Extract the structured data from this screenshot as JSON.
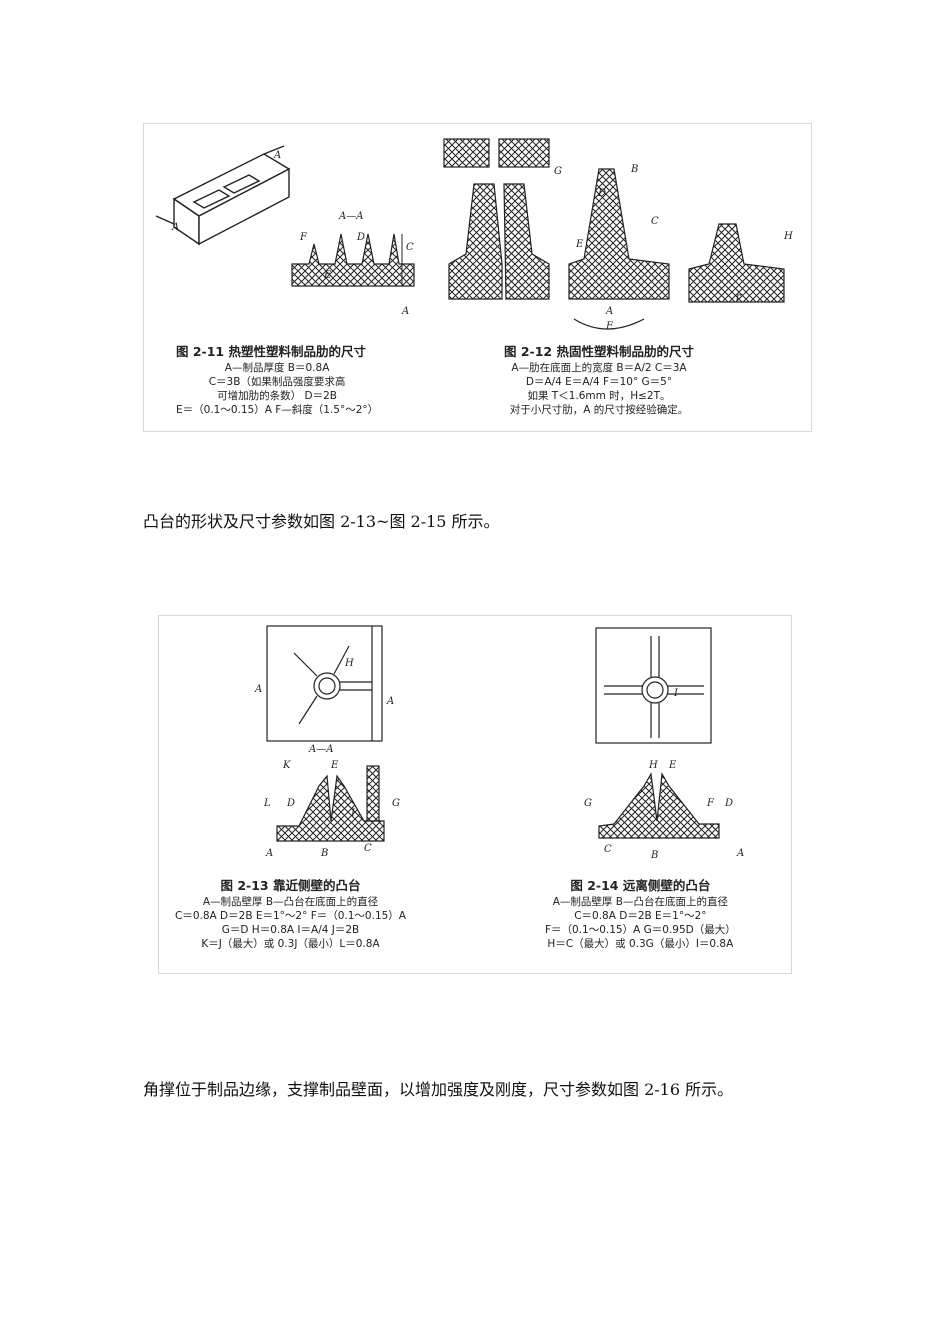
{
  "figure_top": {
    "fig_2_11": {
      "section_label": "A—A",
      "title": "图 2-11   热塑性塑料制品肋的尺寸",
      "lines": [
        "A—制品厚度   B＝0.8A",
        "C＝3B（如果制品强度要求高",
        "可增加肋的条数）   D＝2B",
        "E＝（0.1～0.15）A   F—斜度（1.5°～2°）"
      ]
    },
    "fig_2_12": {
      "title": "图 2-12   热固性塑料制品肋的尺寸",
      "lines": [
        "A—肋在底面上的宽度   B＝A/2   C＝3A",
        "D＝A/4   E＝A/4   F＝10°   G＝5°",
        "如果 T＜1.6mm 时，H≤2T。",
        "对于小尺寸肋，A 的尺寸按经验确定。"
      ]
    }
  },
  "paragraph_1": "凸台的形状及尺寸参数如图 2-13~图 2-15 所示。",
  "figure_bottom": {
    "section_label": "A—A",
    "fig_2_13": {
      "title": "图 2-13   靠近侧壁的凸台",
      "lines": [
        "A—制品壁厚   B—凸台在底面上的直径",
        "C＝0.8A   D＝2B   E＝1°～2°   F＝（0.1～0.15）A",
        "G＝D   H＝0.8A   I＝A/4   J＝2B",
        "K＝J（最大）或 0.3J（最小）L＝0.8A"
      ]
    },
    "fig_2_14": {
      "title": "图 2-14   远离侧壁的凸台",
      "lines": [
        "A—制品壁厚   B—凸台在底面上的直径",
        "C＝0.8A   D＝2B   E＝1°～2°",
        "F＝（0.1～0.15）A   G＝0.95D（最大）",
        "H＝C（最大）或 0.3G（最小）I＝0.8A"
      ]
    }
  },
  "paragraph_2": "角撑位于制品边缘，支撑制品壁面，以增加强度及刚度，尺寸参数如图 2-16 所示。"
}
